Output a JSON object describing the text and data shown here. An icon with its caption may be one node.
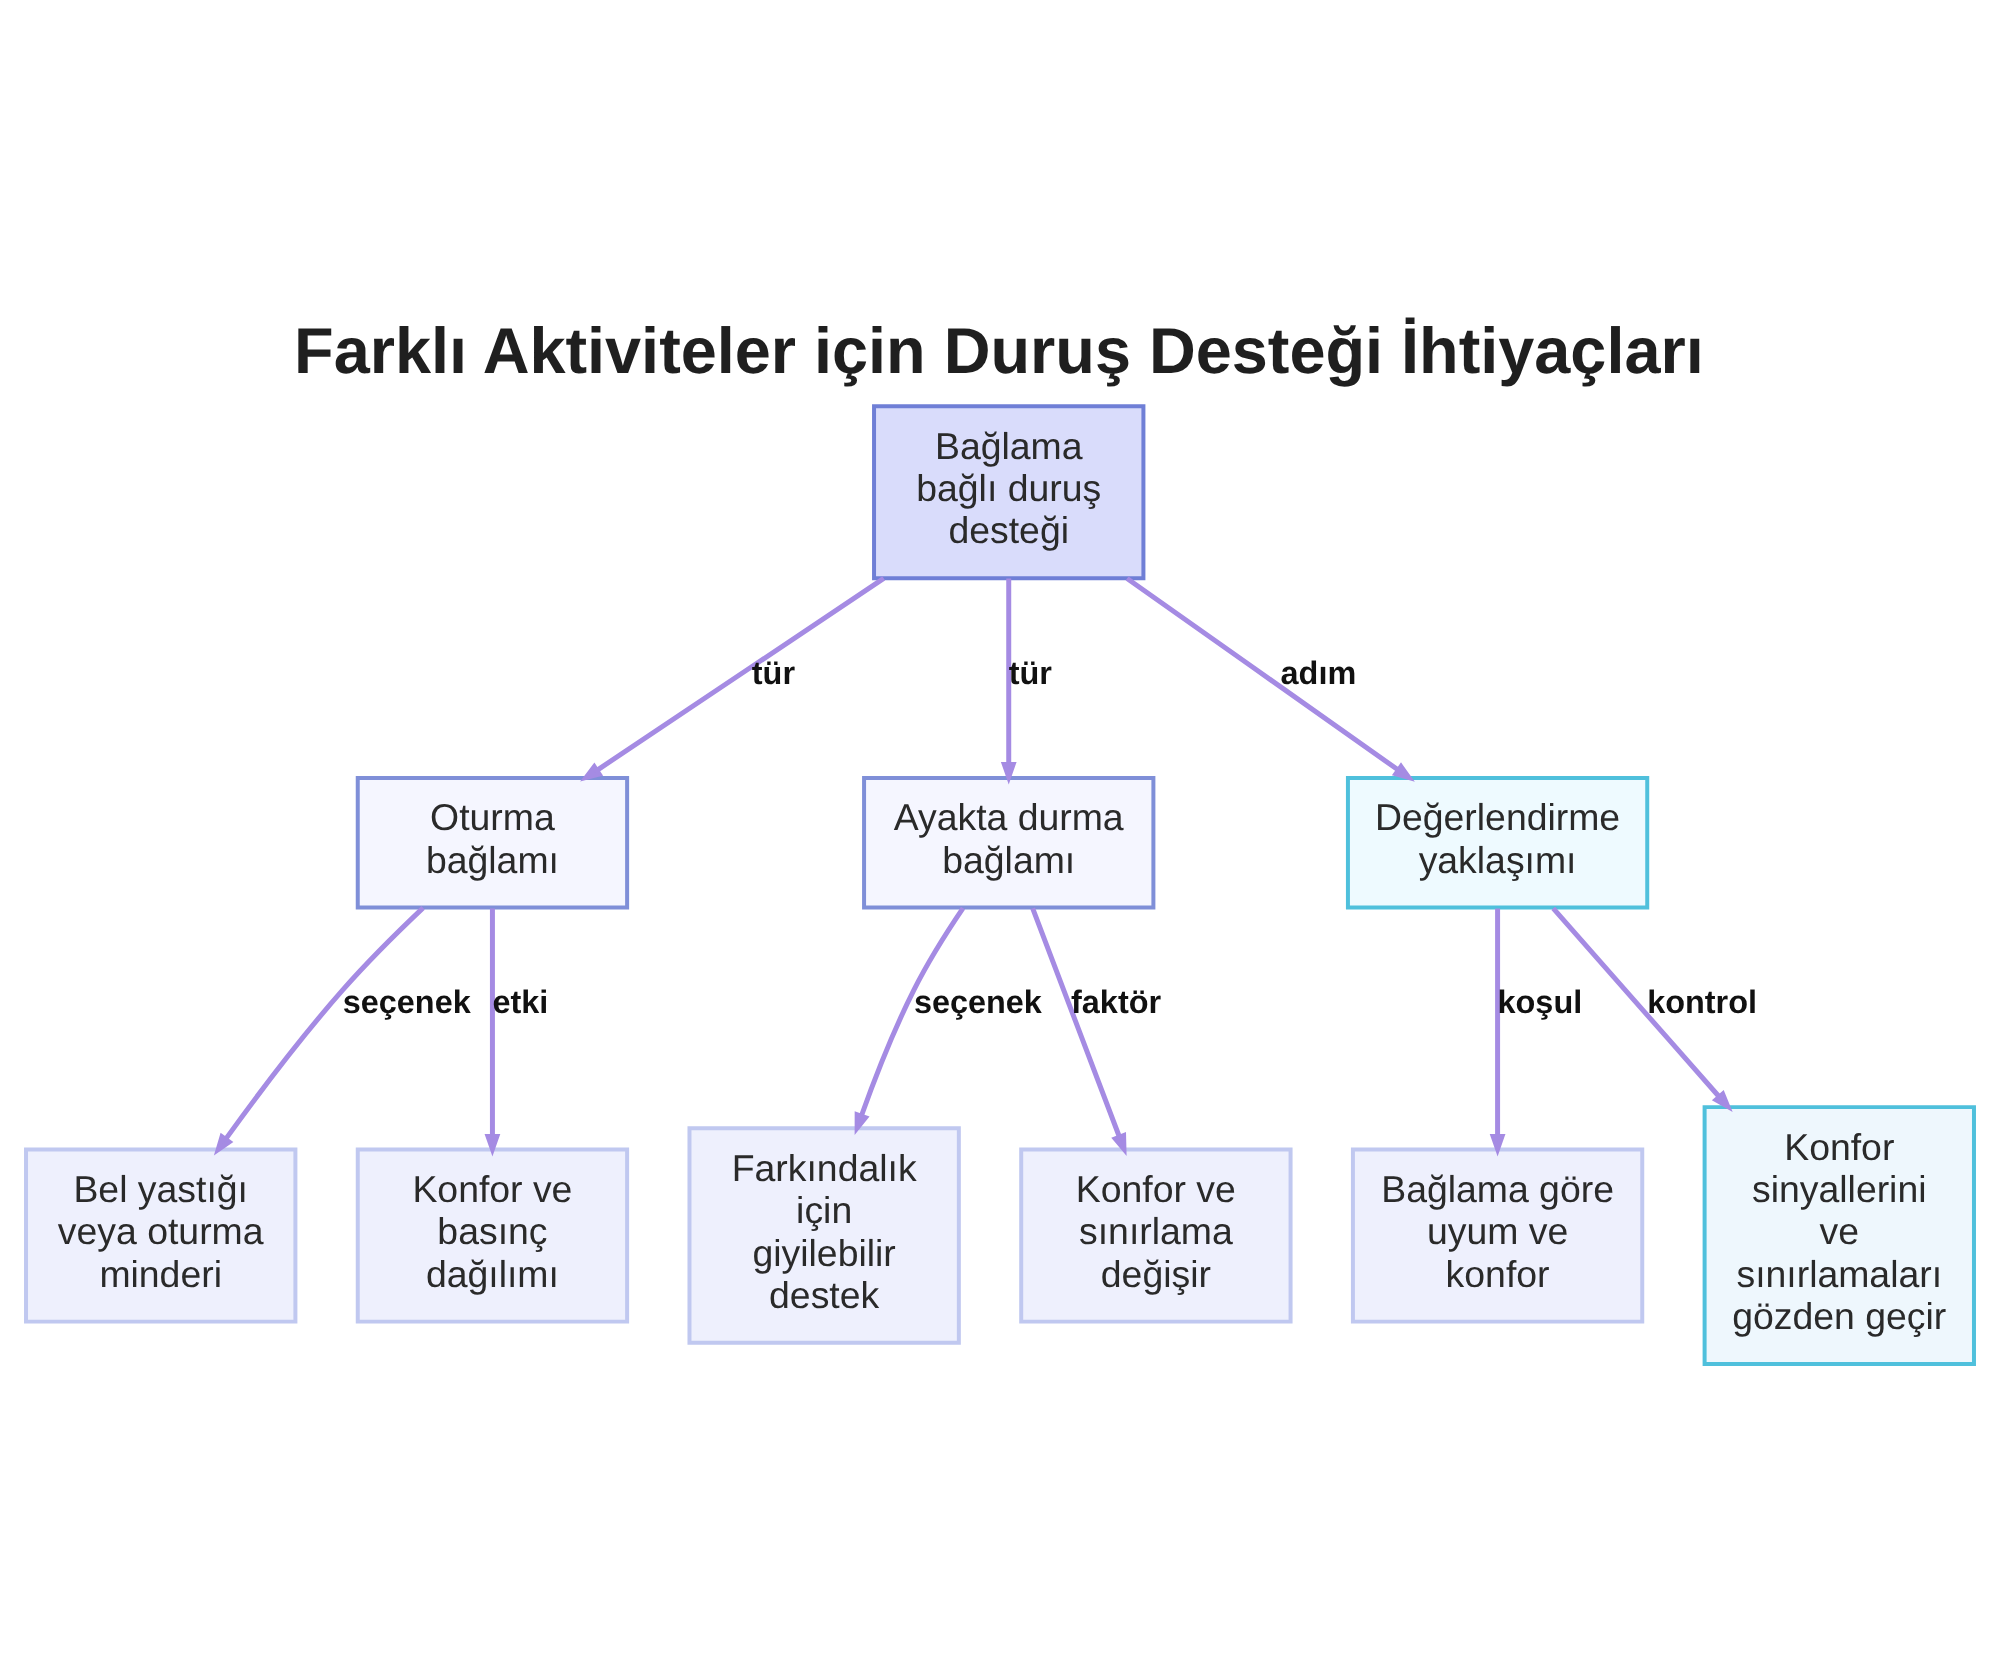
{
  "diagram": {
    "title": "Farklı Aktiviteler için Duruş Desteği İhtiyaçları",
    "nodes": [
      {
        "text": [
          "Bağlama bağlı duruş desteği"
        ]
      },
      {
        "text": [
          "Oturma bağlamı"
        ]
      },
      {
        "text": [
          "Ayakta durma bağlamı"
        ]
      },
      {
        "text": [
          "Değerlendirme yaklaşımı"
        ]
      },
      {
        "text": [
          "Bel yastığı veya oturma minderi"
        ]
      },
      {
        "text": [
          "Konfor ve basınç dağılımı"
        ]
      },
      {
        "text": [
          "Farkındalık için giyilebilir destek"
        ]
      },
      {
        "text": [
          "Konfor ve sınırlama değişir"
        ]
      },
      {
        "text": [
          "Bağlama göre uyum ve konfor"
        ]
      },
      {
        "text": [
          "Konfor sinyallerini ve sınırlamaları gözden geçir"
        ]
      }
    ],
    "edges": [
      {
        "from": 0,
        "to": 1,
        "arrow": "to",
        "label": "tür"
      },
      {
        "from": 0,
        "to": 2,
        "arrow": "to",
        "label": "tür"
      },
      {
        "from": 0,
        "to": 3,
        "arrow": "to",
        "label": "adım"
      },
      {
        "from": 1,
        "to": 4,
        "arrow": "to",
        "label": "seçenek"
      },
      {
        "from": 1,
        "to": 5,
        "arrow": "to",
        "label": "etki"
      },
      {
        "from": 2,
        "to": 6,
        "arrow": "to",
        "label": "seçenek"
      },
      {
        "from": 2,
        "to": 7,
        "arrow": "to",
        "label": "faktör"
      },
      {
        "from": 3,
        "to": 8,
        "arrow": "to",
        "label": "koşul"
      },
      {
        "from": 3,
        "to": 9,
        "arrow": "to",
        "label": "kontrol"
      }
    ]
  }
}
